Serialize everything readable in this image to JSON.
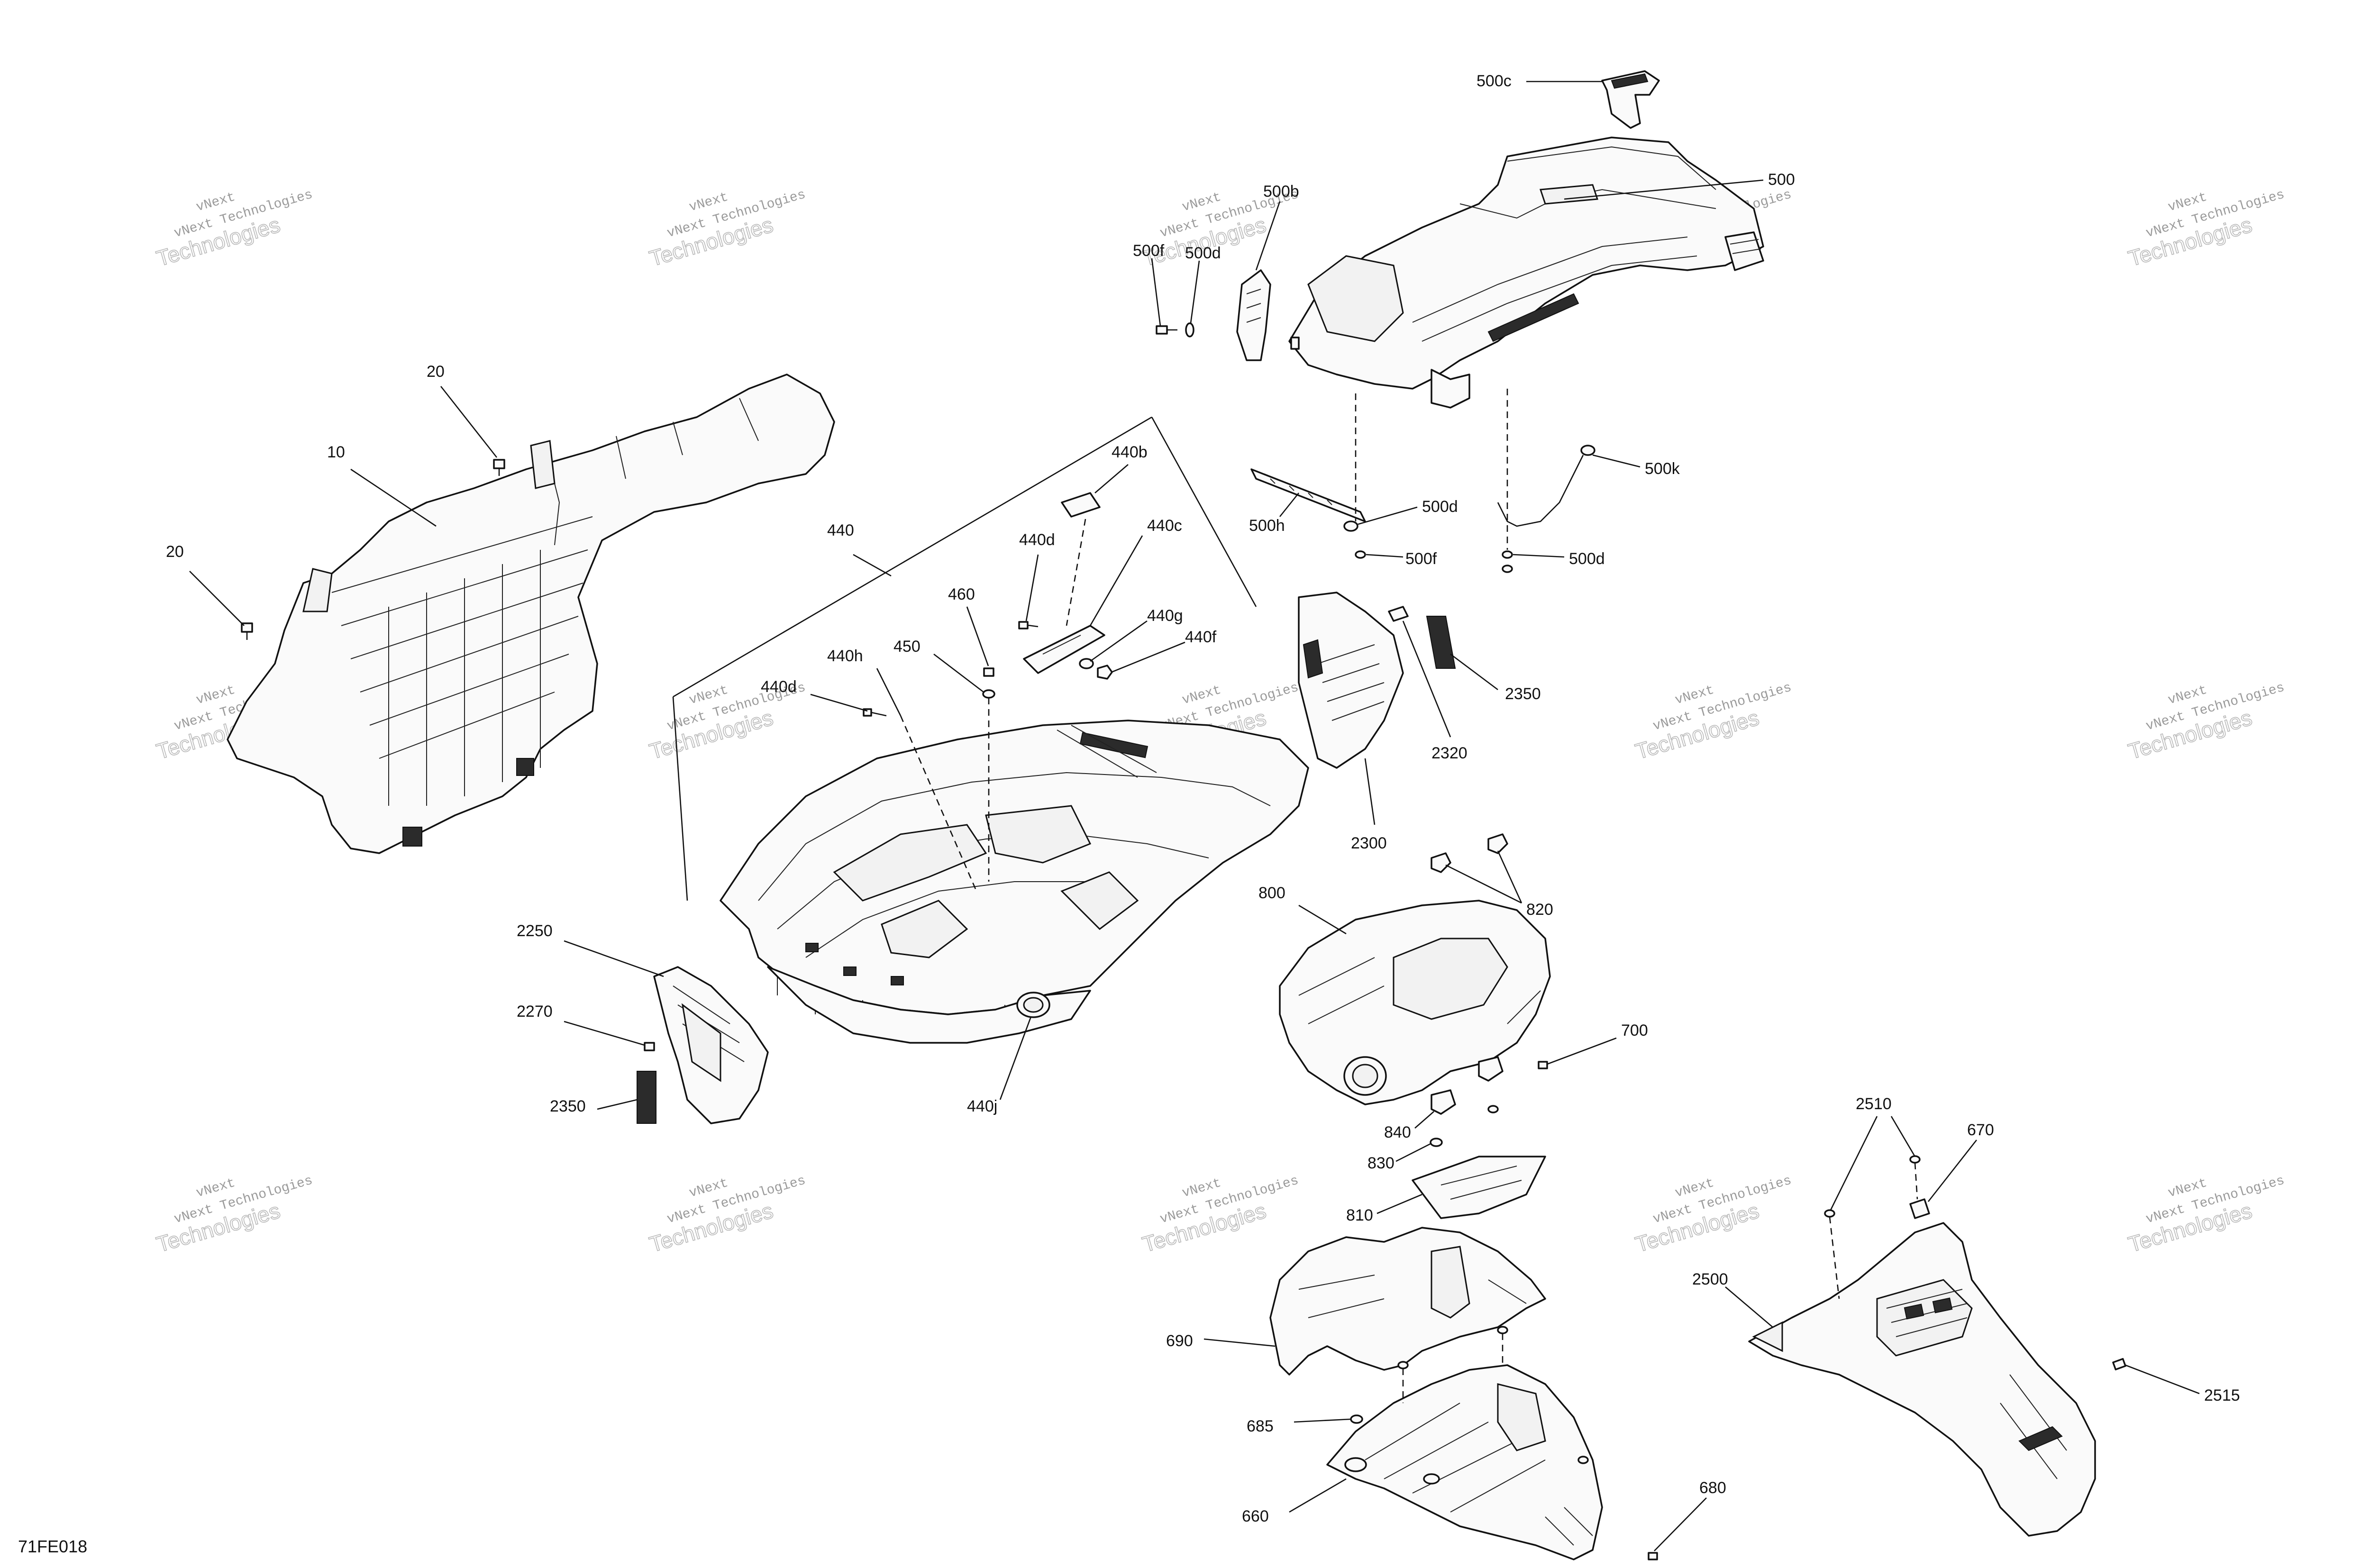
{
  "diagram_code": "71FE018",
  "watermark": {
    "line1": "vNext Technologies",
    "line2": "Technologies",
    "tag": "vNext"
  },
  "labels": {
    "p10": "10",
    "p20a": "20",
    "p20b": "20",
    "p440": "440",
    "p440b": "440b",
    "p440c": "440c",
    "p440d_top": "440d",
    "p440d_left": "440d",
    "p440g": "440g",
    "p440f": "440f",
    "p440h": "440h",
    "p440j": "440j",
    "p450": "450",
    "p460": "460",
    "p500": "500",
    "p500b": "500b",
    "p500c": "500c",
    "p500d_top": "500d",
    "p500d_mid": "500d",
    "p500d_right": "500d",
    "p500f_top": "500f",
    "p500f_mid": "500f",
    "p500h": "500h",
    "p500k": "500k",
    "p2300": "2300",
    "p2320": "2320",
    "p2350_right": "2350",
    "p2350_left": "2350",
    "p2250": "2250",
    "p2270": "2270",
    "p800": "800",
    "p820": "820",
    "p700": "700",
    "p840": "840",
    "p830": "830",
    "p810": "810",
    "p690": "690",
    "p685": "685",
    "p660": "660",
    "p680": "680",
    "p2500": "2500",
    "p2510": "2510",
    "p670": "670",
    "p2515": "2515"
  }
}
